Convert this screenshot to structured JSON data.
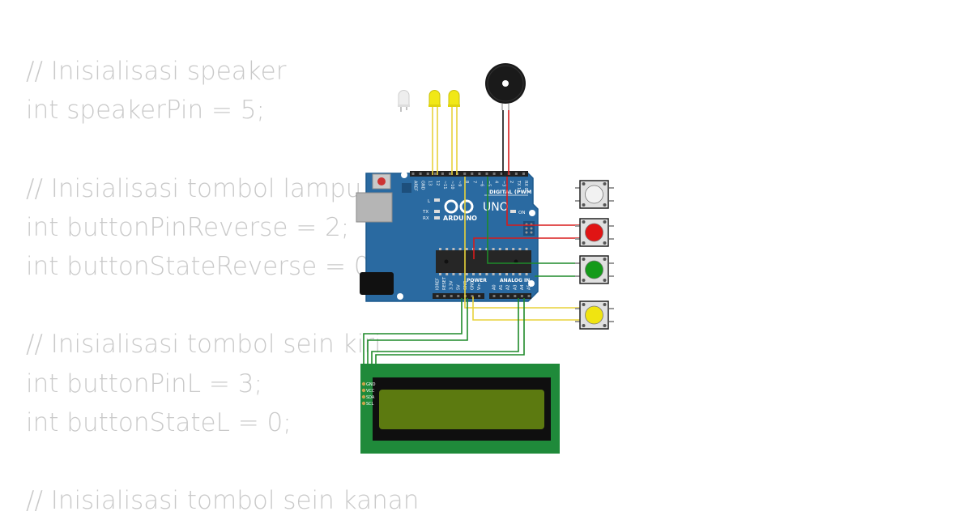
{
  "code_lines": [
    "// Inisialisasi speaker",
    "int speakerPin = 5;",
    "",
    "// Inisialisasi tombol lampu r",
    "int buttonPinReverse = 2;",
    "int buttonStateReverse = 0;",
    "",
    "// Inisialisasi tombol sein kiri",
    "int buttonPinL = 3;",
    "int buttonStateL = 0;",
    "",
    "// Inisialisasi tombol sein kanan"
  ],
  "arduino": {
    "brand": "ARDUINO",
    "model": "UNO",
    "digital_label": "DIGITAL (PWM ~)",
    "power_label": "POWER",
    "analog_label": "ANALOG IN",
    "led_on": "ON",
    "led_l": "L",
    "led_tx": "TX",
    "led_rx": "RX",
    "header_top": [
      "AREF",
      "GND",
      "13",
      "12",
      "~11",
      "~10",
      "~9",
      "8",
      "7",
      "~6",
      "~5",
      "4",
      "~3",
      "2",
      "TX 1",
      "RX 0"
    ],
    "header_power": [
      "IOREF",
      "RESET",
      "3.3V",
      "5V",
      "GND",
      "GND",
      "Vin"
    ],
    "header_analog": [
      "A0",
      "A1",
      "A2",
      "A3",
      "A4",
      "A5"
    ]
  },
  "lcd": {
    "pins": [
      "GND",
      "VCC",
      "SDA",
      "SCL"
    ]
  },
  "colors": {
    "board": "#2a6aa1",
    "lcd_pcb": "#1f8a3a",
    "lcd_screen": "#5c7a10",
    "wire_yellow": "#e8d23a",
    "wire_red": "#d81b1b",
    "wire_green": "#1f8a2a",
    "button_white": "#f2f2f2",
    "button_red": "#e01414",
    "button_green": "#159a1a",
    "button_yellow": "#f0e411"
  }
}
